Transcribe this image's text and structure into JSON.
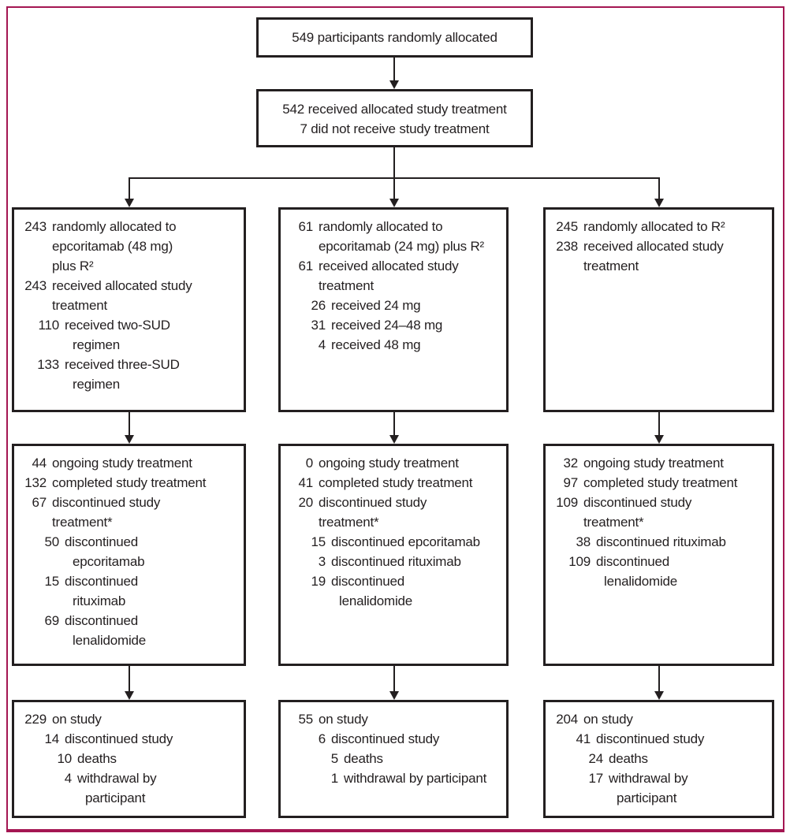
{
  "colors": {
    "frame": "#A41652",
    "ink": "#231F20"
  },
  "box1": {
    "text": "549 participants randomly allocated"
  },
  "box2": {
    "line1": "542 received allocated study treatment",
    "line2": "7 did not receive study treatment"
  },
  "columns": [
    {
      "allocation": [
        {
          "n": "243",
          "t": "randomly allocated to",
          "lvl": 0
        },
        {
          "t": "epcoritamab (48 mg)",
          "lvl": 0,
          "cont": true
        },
        {
          "t": "plus R²",
          "lvl": 0,
          "cont": true
        },
        {
          "n": "243",
          "t": "received allocated study",
          "lvl": 0
        },
        {
          "t": "treatment",
          "lvl": 0,
          "cont": true
        },
        {
          "n": "110",
          "t": "received two-SUD",
          "lvl": 1
        },
        {
          "t": "regimen",
          "lvl": 1,
          "cont": true
        },
        {
          "n": "133",
          "t": "received three-SUD",
          "lvl": 1
        },
        {
          "t": "regimen",
          "lvl": 1,
          "cont": true
        }
      ],
      "treatment": [
        {
          "n": "44",
          "t": "ongoing study treatment",
          "lvl": 0
        },
        {
          "n": "132",
          "t": "completed study treatment",
          "lvl": 0
        },
        {
          "n": "67",
          "t": "discontinued study",
          "lvl": 0
        },
        {
          "t": "treatment*",
          "lvl": 0,
          "cont": true
        },
        {
          "n": "50",
          "t": "discontinued",
          "lvl": 1
        },
        {
          "t": "epcoritamab",
          "lvl": 1,
          "cont": true
        },
        {
          "n": "15",
          "t": "discontinued",
          "lvl": 1
        },
        {
          "t": "rituximab",
          "lvl": 1,
          "cont": true
        },
        {
          "n": "69",
          "t": "discontinued",
          "lvl": 1
        },
        {
          "t": "lenalidomide",
          "lvl": 1,
          "cont": true
        }
      ],
      "study": [
        {
          "n": "229",
          "t": "on study",
          "lvl": 0
        },
        {
          "n": "14",
          "t": "discontinued study",
          "lvl": 1
        },
        {
          "n": "10",
          "t": "deaths",
          "lvl": 2
        },
        {
          "n": "4",
          "t": "withdrawal by",
          "lvl": 2
        },
        {
          "t": "participant",
          "lvl": 2,
          "cont": true
        }
      ]
    },
    {
      "allocation": [
        {
          "n": "61",
          "t": "randomly allocated to",
          "lvl": 0
        },
        {
          "t": "epcoritamab (24 mg) plus R²",
          "lvl": 0,
          "cont": true
        },
        {
          "n": "61",
          "t": "received allocated study",
          "lvl": 0
        },
        {
          "t": "treatment",
          "lvl": 0,
          "cont": true
        },
        {
          "n": "26",
          "t": "received 24 mg",
          "lvl": 1
        },
        {
          "n": "31",
          "t": "received 24–48 mg",
          "lvl": 1
        },
        {
          "n": "4",
          "t": "received 48 mg",
          "lvl": 1
        }
      ],
      "treatment": [
        {
          "n": "0",
          "t": "ongoing study treatment",
          "lvl": 0
        },
        {
          "n": "41",
          "t": "completed study treatment",
          "lvl": 0
        },
        {
          "n": "20",
          "t": "discontinued study",
          "lvl": 0
        },
        {
          "t": "treatment*",
          "lvl": 0,
          "cont": true
        },
        {
          "n": "15",
          "t": "discontinued epcoritamab",
          "lvl": 1
        },
        {
          "n": "3",
          "t": "discontinued rituximab",
          "lvl": 1
        },
        {
          "n": "19",
          "t": "discontinued",
          "lvl": 1
        },
        {
          "t": "lenalidomide",
          "lvl": 1,
          "cont": true
        }
      ],
      "study": [
        {
          "n": "55",
          "t": "on study",
          "lvl": 0
        },
        {
          "n": "6",
          "t": "discontinued study",
          "lvl": 1
        },
        {
          "n": "5",
          "t": "deaths",
          "lvl": 2
        },
        {
          "n": "1",
          "t": "withdrawal by participant",
          "lvl": 2
        }
      ]
    },
    {
      "allocation": [
        {
          "n": "245",
          "t": "randomly allocated to R²",
          "lvl": 0
        },
        {
          "n": "238",
          "t": "received allocated study",
          "lvl": 0
        },
        {
          "t": "treatment",
          "lvl": 0,
          "cont": true
        }
      ],
      "treatment": [
        {
          "n": "32",
          "t": "ongoing study treatment",
          "lvl": 0
        },
        {
          "n": "97",
          "t": "completed study treatment",
          "lvl": 0
        },
        {
          "n": "109",
          "t": "discontinued study",
          "lvl": 0
        },
        {
          "t": "treatment*",
          "lvl": 0,
          "cont": true
        },
        {
          "n": "38",
          "t": "discontinued rituximab",
          "lvl": 1
        },
        {
          "n": "109",
          "t": "discontinued",
          "lvl": 1
        },
        {
          "t": "lenalidomide",
          "lvl": 1,
          "cont": true
        }
      ],
      "study": [
        {
          "n": "204",
          "t": "on study",
          "lvl": 0
        },
        {
          "n": "41",
          "t": "discontinued study",
          "lvl": 1
        },
        {
          "n": "24",
          "t": "deaths",
          "lvl": 2
        },
        {
          "n": "17",
          "t": "withdrawal by",
          "lvl": 2
        },
        {
          "t": "participant",
          "lvl": 2,
          "cont": true
        }
      ]
    }
  ]
}
